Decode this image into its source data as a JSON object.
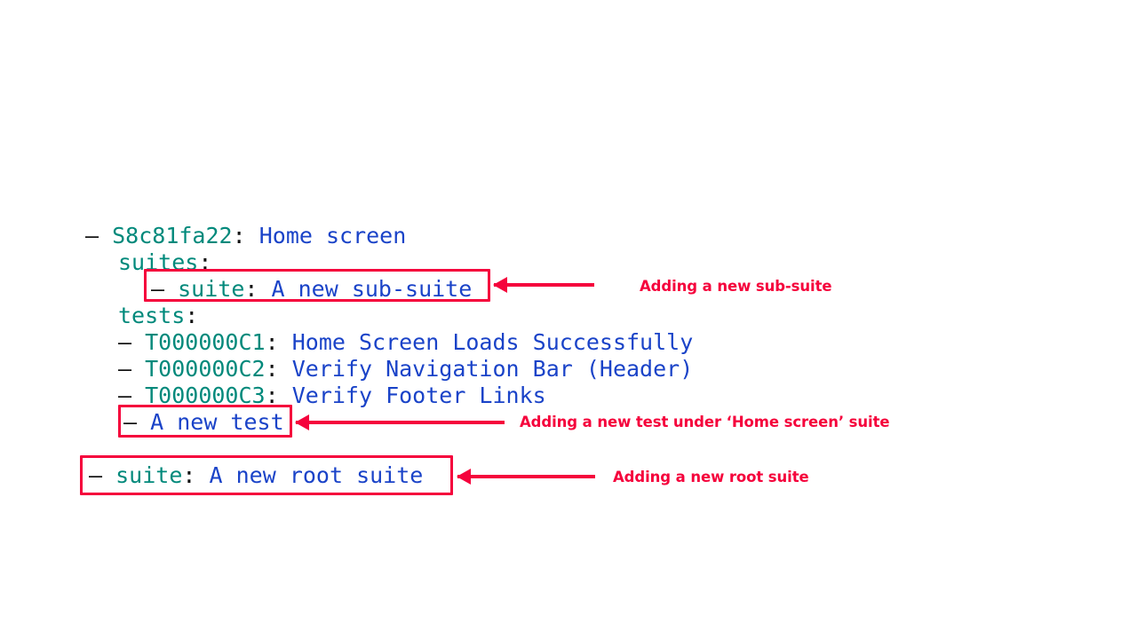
{
  "document": {
    "type": "yaml-test-tree",
    "colors": {
      "key": "#00897B",
      "value": "#1A43C8",
      "punctuation": "#111111",
      "annotation": "#F5033C",
      "background": "#FFFFFF"
    }
  },
  "tree": {
    "root_suite": {
      "dash": "–",
      "id": "S8c81fa22",
      "colon": ":",
      "name": "Home screen"
    },
    "suites_key": {
      "label": "suites",
      "colon": ":"
    },
    "new_sub_suite": {
      "dash": "–",
      "key": "suite",
      "colon": ":",
      "value": "A new sub-suite"
    },
    "tests_key": {
      "label": "tests",
      "colon": ":"
    },
    "tests": [
      {
        "dash": "–",
        "id": "T000000C1",
        "colon": ":",
        "name": "Home Screen Loads Successfully"
      },
      {
        "dash": "–",
        "id": "T000000C2",
        "colon": ":",
        "name": "Verify Navigation Bar (Header)"
      },
      {
        "dash": "–",
        "id": "T000000C3",
        "colon": ":",
        "name": "Verify Footer Links"
      }
    ],
    "new_test": {
      "dash": "–",
      "value": "A new test"
    },
    "new_root_suite": {
      "dash": "–",
      "key": "suite",
      "colon": ":",
      "value": "A new root suite"
    }
  },
  "annotations": [
    {
      "id": "sub-suite",
      "text": "Adding a new sub-suite"
    },
    {
      "id": "new-test",
      "text": "Adding a new test under ‘Home screen’ suite"
    },
    {
      "id": "root-suite",
      "text": "Adding a new root suite"
    }
  ]
}
